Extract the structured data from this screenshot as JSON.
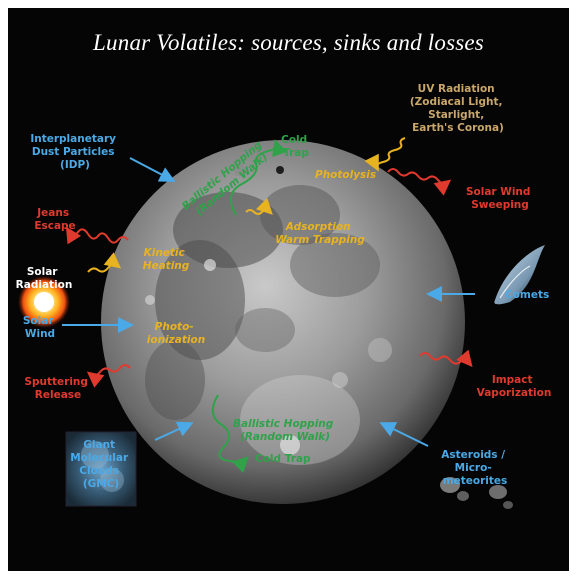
{
  "title": "Lunar Volatiles: sources, sinks and losses",
  "colors": {
    "background": "#050505",
    "source": "#4aa9e6",
    "loss": "#e03a2f",
    "process": "#e8b320",
    "transport": "#2fa24a",
    "white": "#ffffff",
    "brown": "#c9a66b"
  },
  "labels": {
    "idp": [
      "Interplanetary",
      "Dust Particles",
      "(IDP)"
    ],
    "uv": [
      "UV Radiation",
      "(Zodiacal Light,",
      "Starlight,",
      "Earth's Corona)"
    ],
    "cold_trap_top": [
      "Cold",
      "Trap"
    ],
    "ballistic_top": [
      "Ballistic Hopping",
      "(Random Walk)"
    ],
    "photolysis": "Photolysis",
    "solar_wind_sweeping": [
      "Solar Wind",
      "Sweeping"
    ],
    "jeans_escape": [
      "Jeans",
      "Escape"
    ],
    "adsorption": [
      "Adsorption",
      "Warm Trapping"
    ],
    "kinetic_heating": [
      "Kinetic",
      "Heating"
    ],
    "solar_radiation": [
      "Solar",
      "Radiation"
    ],
    "comets": "Comets",
    "solar_wind": [
      "Solar",
      "Wind"
    ],
    "photoionization": [
      "Photo-",
      "ionization"
    ],
    "sputtering": [
      "Sputtering",
      "Release"
    ],
    "impact_vaporization": [
      "Impact",
      "Vaporization"
    ],
    "ballistic_bottom": [
      "Ballistic Hopping",
      "(Random Walk)"
    ],
    "cold_trap_bottom": "Cold Trap",
    "gmc": [
      "Giant",
      "Molecular",
      "Clouds",
      "(GMC)"
    ],
    "asteroids": [
      "Asteroids /",
      "Micro-",
      "meteorites"
    ]
  }
}
